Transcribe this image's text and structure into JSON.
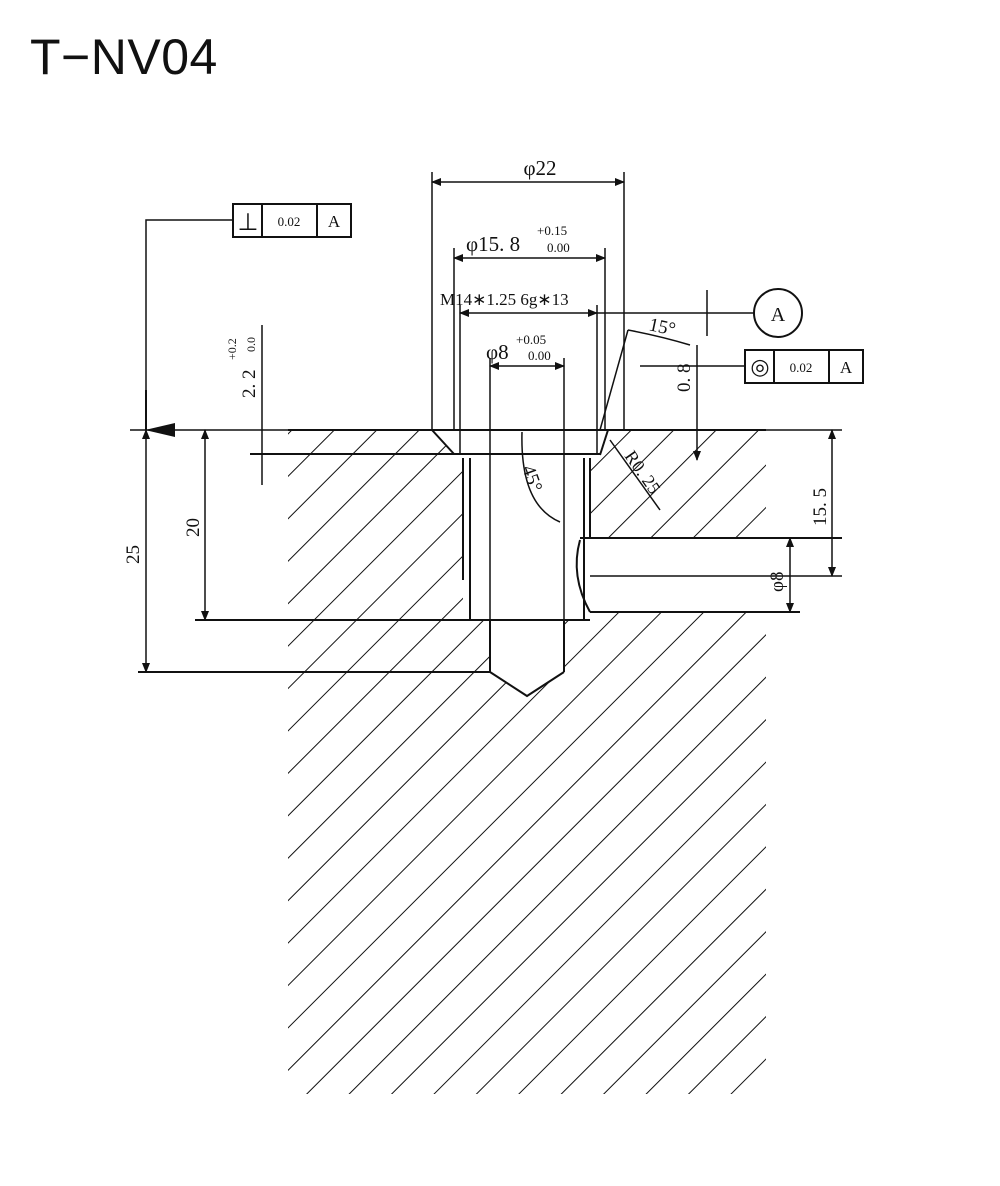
{
  "title": "T−NV04",
  "dimensions": {
    "bore_outer": "φ22",
    "counterbore": "φ15. 8",
    "counterbore_tol_upper": "+0.15",
    "counterbore_tol_lower": "0.00",
    "thread": "M14∗1.25 6g∗13",
    "pin": "φ8",
    "pin_tol_upper": "+0.05",
    "pin_tol_lower": "0.00",
    "depth_top": "2. 2",
    "depth_top_tol_upper": "+0.2",
    "depth_top_tol_lower": "0.0",
    "step": "0. 8",
    "angle_taper": "15°",
    "angle_cone": "45°",
    "radius": "R0. 25",
    "depth_total": "25",
    "depth_pocket": "20",
    "side_hole_depth": "15. 5",
    "side_hole_dia": "φ8"
  },
  "gdt": {
    "perpendicularity": {
      "symbol": "⊥",
      "tolerance": "0.02",
      "datum": "A"
    },
    "concentricity": {
      "symbol": "◎",
      "tolerance": "0.02",
      "datum": "A"
    },
    "datum_label": "A"
  }
}
